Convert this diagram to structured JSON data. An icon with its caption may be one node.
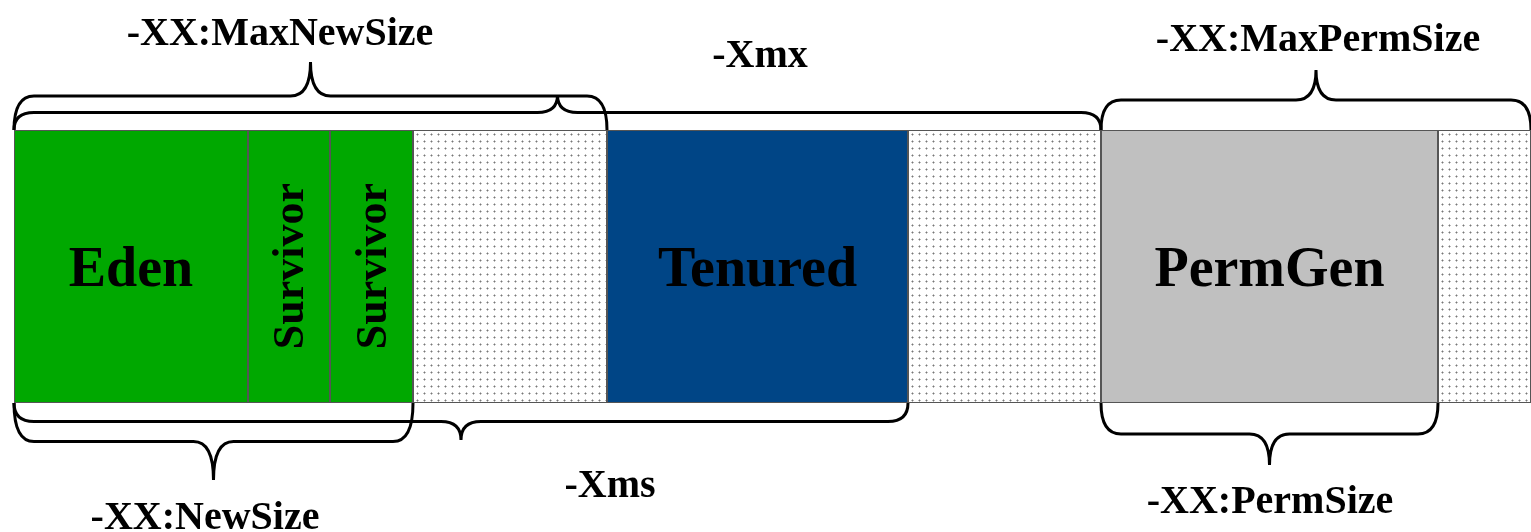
{
  "diagram": {
    "nodes": [
      {
        "text": [
          "Eden"
        ]
      },
      {
        "text": [
          "Survivor"
        ]
      },
      {
        "text": [
          "Survivor"
        ]
      },
      {
        "text": [],
        "shape": "bar"
      },
      {
        "text": [
          "Tenured"
        ]
      },
      {
        "text": [],
        "shape": "bar"
      },
      {
        "text": [
          "PermGen"
        ]
      },
      {
        "text": [],
        "shape": "bar"
      }
    ],
    "labels": [
      "-XX:MaxNewSize",
      "-XX:MaxPermSize",
      "-Xmx",
      "-Xms",
      "-XX:PermSize",
      "-XX:NewSize"
    ]
  }
}
